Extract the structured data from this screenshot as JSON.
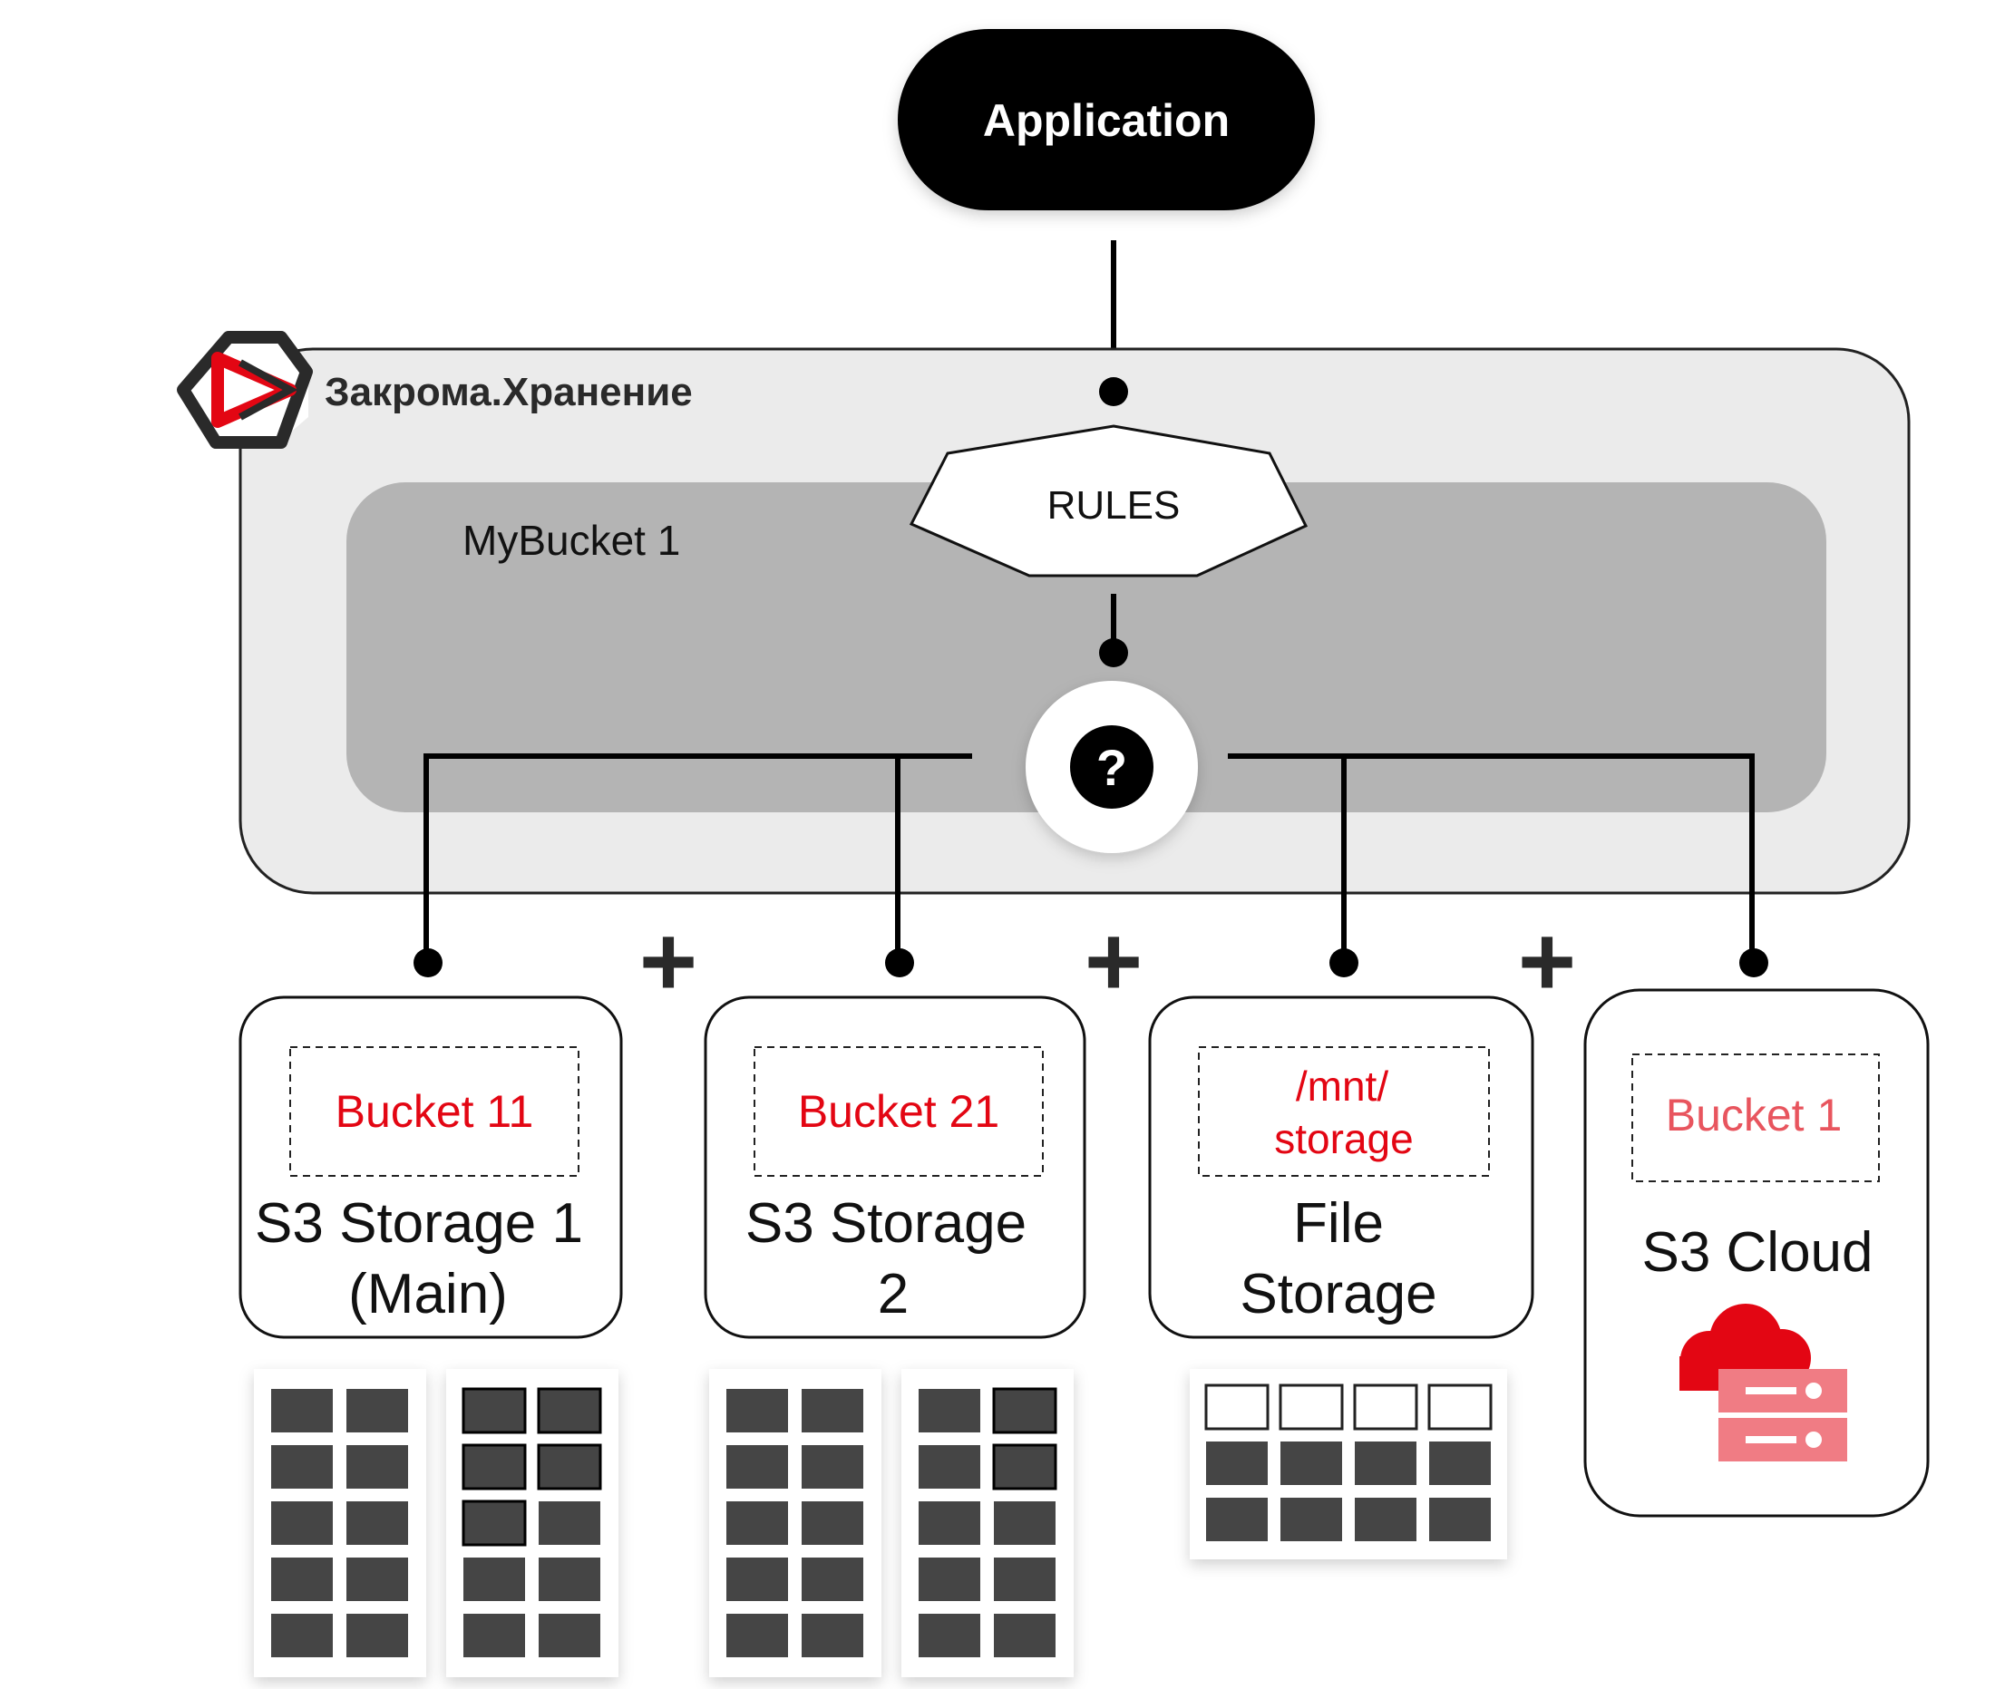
{
  "application": {
    "label": "Application"
  },
  "platform": {
    "name": "Закрома.Хранение"
  },
  "bucket": {
    "label": "MyBucket 1"
  },
  "rules": {
    "label": "RULES"
  },
  "decision": {
    "symbol": "?"
  },
  "plus": "+",
  "storages": [
    {
      "bucket": "Bucket 11",
      "name_lines": [
        "S3 Storage 1",
        "(Main)"
      ]
    },
    {
      "bucket": "Bucket 21",
      "name_lines": [
        "S3 Storage",
        "2"
      ]
    },
    {
      "bucket_lines": [
        "/mnt/",
        "storage"
      ],
      "name_lines": [
        "File",
        "Storage"
      ]
    },
    {
      "bucket": "Bucket 1",
      "name": "S3 Cloud"
    }
  ],
  "colors": {
    "accent_red": "#e30613",
    "cloud_red": "#e8555e",
    "dark_fill": "#000000",
    "cell_dark": "#454545",
    "outer_panel": "#ebebeb",
    "inner_panel": "#b4b4b4"
  },
  "icons": [
    "zakroma-logo-icon",
    "question-icon",
    "plus-icon",
    "cloud-server-icon"
  ]
}
